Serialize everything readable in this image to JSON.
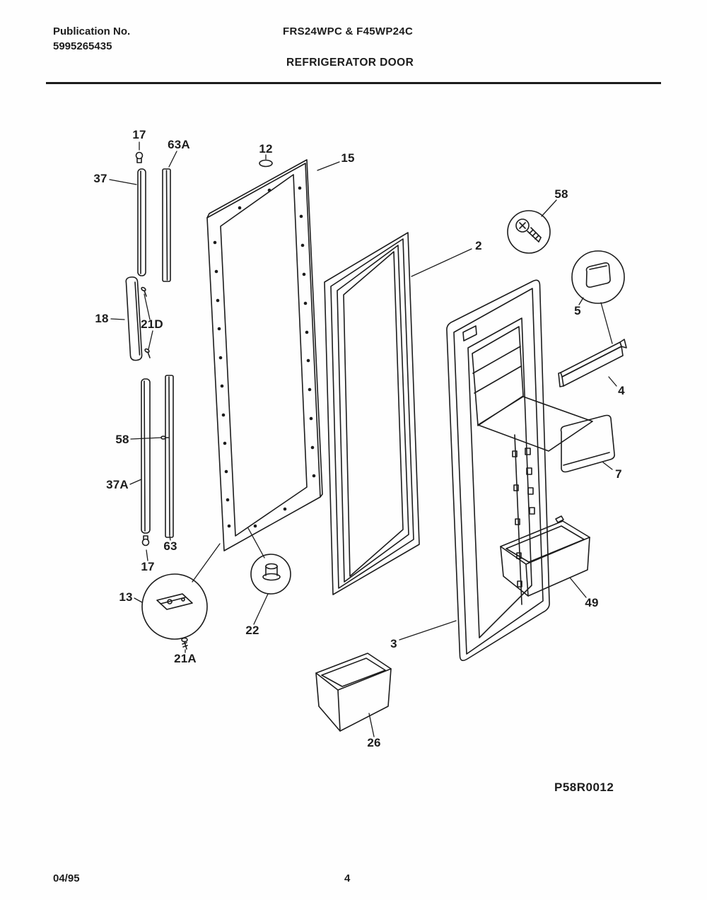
{
  "page": {
    "paper_color": "#fefefe",
    "ink_color": "#1c1c1c"
  },
  "header": {
    "publication_label": "Publication No.",
    "publication_number": "5995265435",
    "models": "FRS24WPC & F45WP24C",
    "title": "REFRIGERATOR DOOR"
  },
  "footer": {
    "date": "04/95",
    "page_number": "4"
  },
  "diagram": {
    "code": "P58R0012",
    "part_labels": [
      {
        "text": "17"
      },
      {
        "text": "63A"
      },
      {
        "text": "12"
      },
      {
        "text": "15"
      },
      {
        "text": "37"
      },
      {
        "text": "58"
      },
      {
        "text": "2"
      },
      {
        "text": "5"
      },
      {
        "text": "18"
      },
      {
        "text": "21D"
      },
      {
        "text": "4"
      },
      {
        "text": "58"
      },
      {
        "text": "7"
      },
      {
        "text": "37A"
      },
      {
        "text": "63"
      },
      {
        "text": "17"
      },
      {
        "text": "13"
      },
      {
        "text": "49"
      },
      {
        "text": "22"
      },
      {
        "text": "3"
      },
      {
        "text": "21A"
      },
      {
        "text": "26"
      }
    ]
  }
}
